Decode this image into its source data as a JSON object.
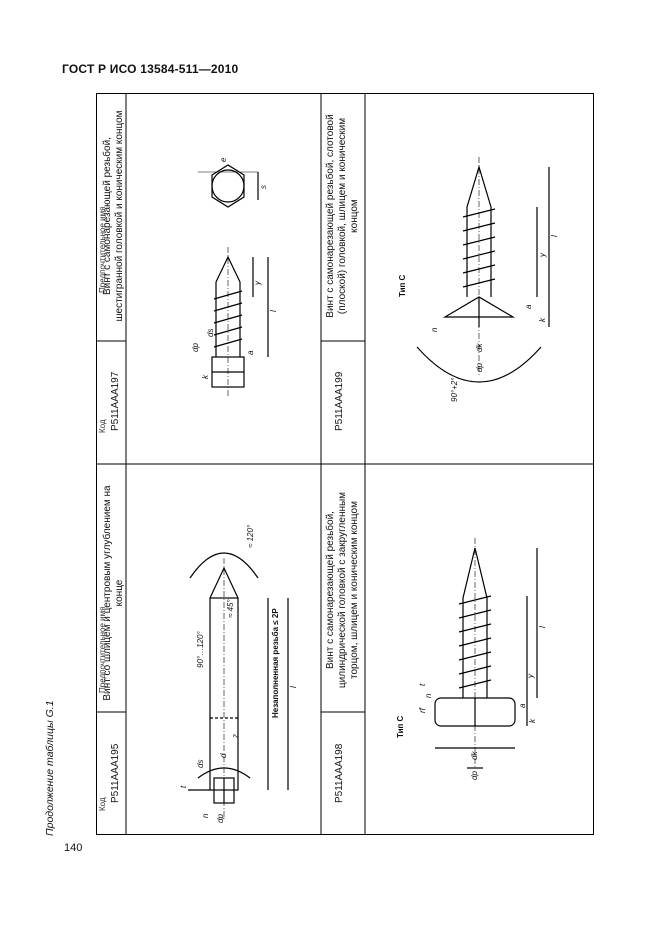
{
  "header": {
    "title": "ГОСТ Р ИСО 13584-511—2010"
  },
  "caption": "Продолжение таблицы G.1",
  "page_number": "140",
  "table": {
    "col_code": "Код",
    "col_name": "Предпочтительное имя",
    "entries": [
      {
        "code": "P511AAA195",
        "name": "Винт со шлицем и центровым углублением на конце",
        "labels": {
          "angle1": "≈ 120°",
          "angle2": "≈ 45°",
          "angle3": "90°…120°",
          "note": "Незаполненная резьба ≤ 2P",
          "d": "d",
          "ds": "ds",
          "dp": "dp",
          "n": "n",
          "t": "t",
          "l": "l",
          "z": "z"
        }
      },
      {
        "code": "P511AAA197",
        "name": "Винт с самонарезающей резьбой, шестигранной головкой и коническим концом",
        "labels": {
          "s": "s",
          "e": "e",
          "k": "k",
          "a": "a",
          "y": "y",
          "l": "l",
          "ds": "ds",
          "dp": "dp"
        }
      },
      {
        "code": "P511AAA198",
        "name": "Винт с самонарезающей резьбой, цилиндрической головкой с закругленным торцом, шлицем и коническим концом",
        "labels": {
          "type": "Тип С",
          "dk": "dk",
          "r": "rf",
          "a": "a",
          "y": "y",
          "l": "l",
          "k": "k",
          "n": "n",
          "t": "t",
          "dp": "dp"
        }
      },
      {
        "code": "P511AAA199",
        "name": "Винт с самонарезающей резьбой, слотовой (плоской) головкой, шлицем и коническим концом",
        "labels": {
          "type": "Тип С",
          "angle": "90°+2°",
          "dk": "dk",
          "a": "a",
          "y": "y",
          "l": "l",
          "k": "k",
          "n": "n",
          "dp": "dp"
        }
      }
    ]
  }
}
